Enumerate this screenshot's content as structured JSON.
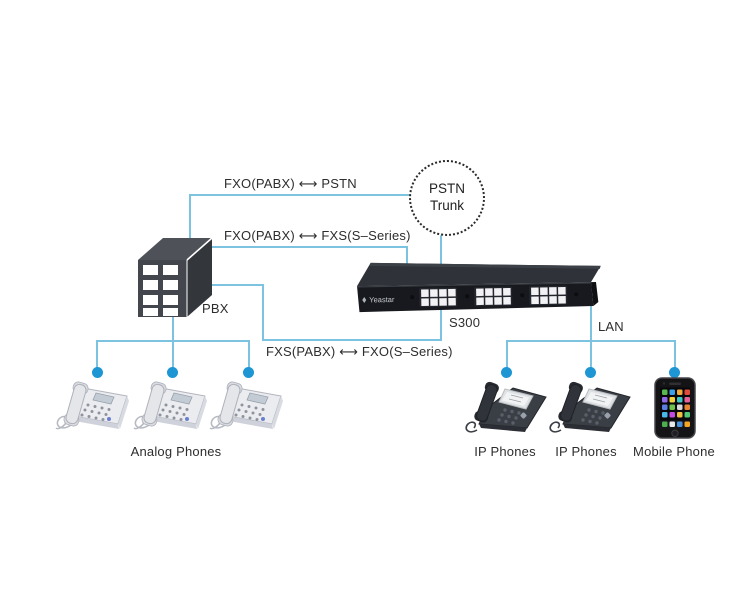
{
  "diagram": {
    "nodes": {
      "pstn_trunk": {
        "line1": "PSTN",
        "line2": "Trunk"
      },
      "pbx": {
        "label": "PBX"
      },
      "s300": {
        "label": "S300",
        "brand": "Yeastar"
      },
      "lan": {
        "label": "LAN"
      },
      "analog_phones": {
        "label": "Analog Phones"
      },
      "ip_phones_left": {
        "label": "IP Phones"
      },
      "ip_phones_right": {
        "label": "IP Phones"
      },
      "mobile_phone": {
        "label": "Mobile Phone"
      }
    },
    "connections": {
      "fxo_pstn": {
        "label": "FXO(PABX) ⟷ PSTN"
      },
      "fxo_fxs": {
        "label": "FXO(PABX) ⟷ FXS(S–Series)"
      },
      "fxs_fxo": {
        "label": "FXS(PABX) ⟷ FXO(S–Series)"
      }
    },
    "colors": {
      "line": "#7cc3e2",
      "dot": "#1d96d3",
      "text": "#2d2d2d",
      "device_dark": "#17191e",
      "phone_light": "#ebecf0"
    }
  }
}
